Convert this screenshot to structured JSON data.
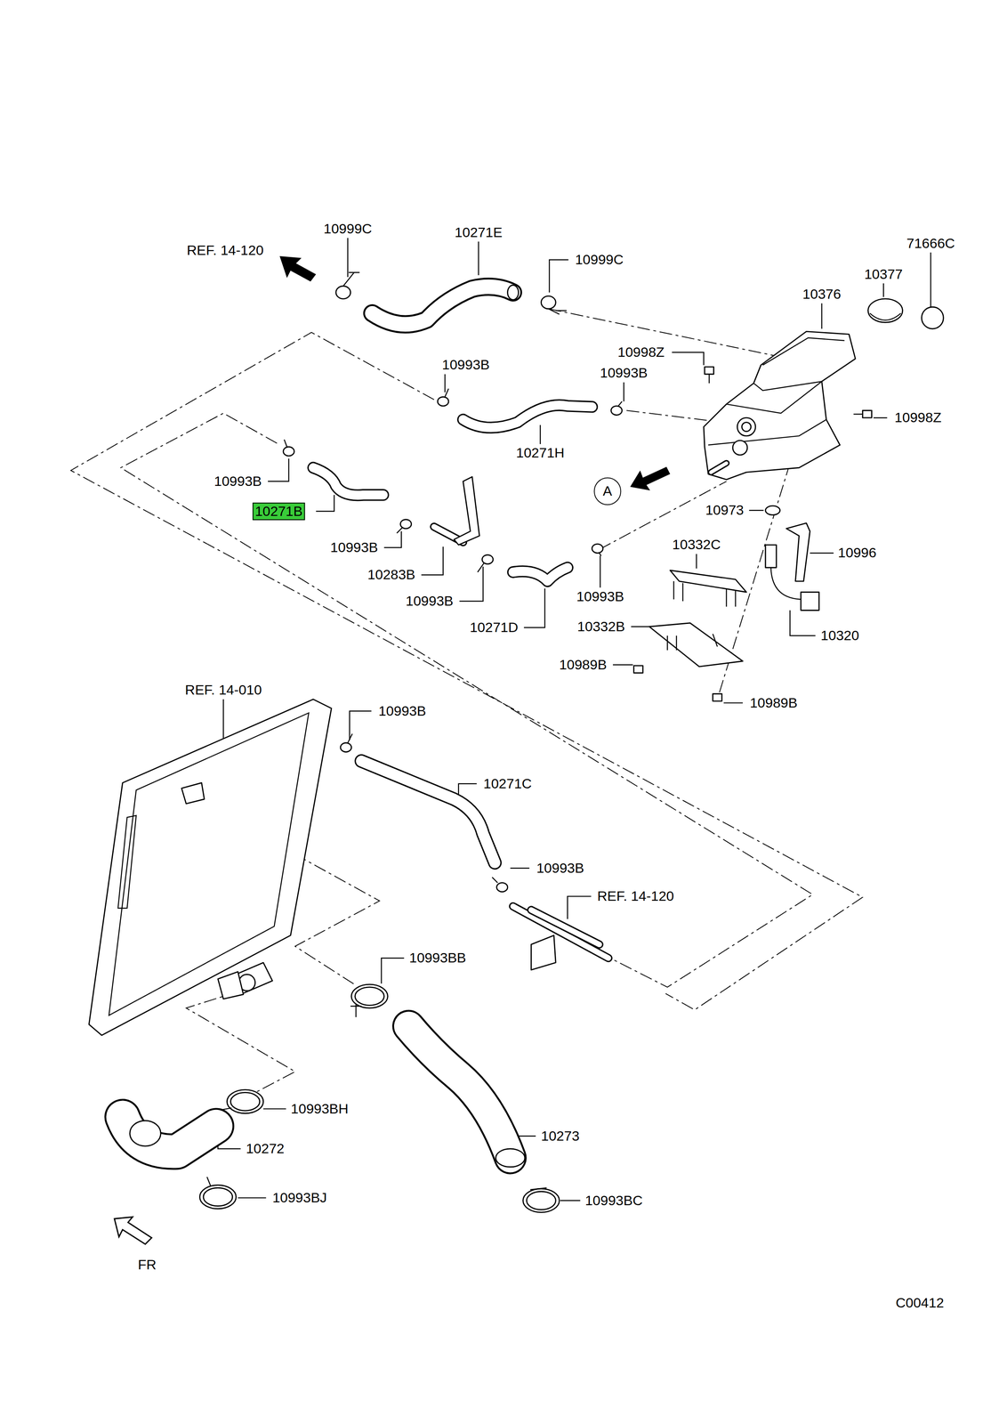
{
  "diagram": {
    "nodes": [
      {
        "text": [
          "10271B"
        ]
      },
      {
        "text": [
          "A"
        ]
      }
    ],
    "labels": [
      "10999C",
      "10271E",
      "71666C",
      "REF. 14-120",
      "10999C",
      "10377",
      "10376",
      "10998Z",
      "10993B",
      "10993B",
      "10998Z",
      "10271H",
      "10993B",
      "10973",
      "10332C",
      "10993B",
      "10996",
      "10283B",
      "10993B",
      "10993B",
      "10332B",
      "10271D",
      "10320",
      "10989B",
      "REF. 14-010",
      "10989B",
      "10993B",
      "10271C",
      "10993B",
      "REF. 14-120",
      "10993BB",
      "10993BH",
      "10273",
      "10272",
      "10993BJ",
      "10993BC",
      "FR",
      "C00412"
    ]
  }
}
